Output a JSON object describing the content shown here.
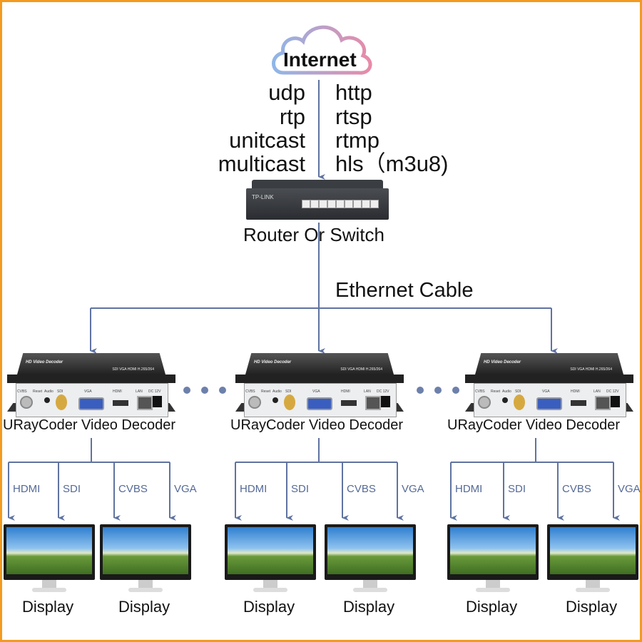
{
  "internet": {
    "label": "Internet"
  },
  "protocols_left": [
    "udp",
    "rtp",
    "unitcast",
    "multicast"
  ],
  "protocols_right": [
    "http",
    "rtsp",
    "rtmp",
    "hls（m3u8)"
  ],
  "router": {
    "label": "Router Or Switch",
    "brand": "TP-LINK"
  },
  "cable": {
    "label": "Ethernet Cable"
  },
  "decoder": {
    "label": "URayCoder Video Decoder",
    "panel_title": "HD Video Decoder",
    "panel_subtitle": "SDI VGA HDMI H.265/264",
    "ports": [
      "CVBS",
      "Reset",
      "Audio",
      "SDI",
      "VGA",
      "HDMI",
      "LAN",
      "DC 12V"
    ]
  },
  "outputs": [
    "HDMI",
    "SDI",
    "CVBS",
    "VGA"
  ],
  "display": {
    "label": "Display"
  },
  "colors": {
    "line": "#5f73a0",
    "border": "#f39a1e"
  }
}
